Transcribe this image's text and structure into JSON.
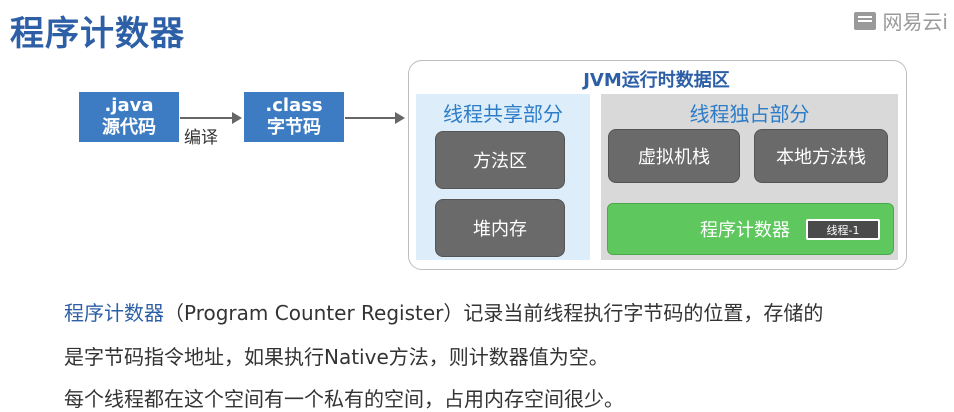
{
  "title": "程序计数器",
  "logo_text": "网易云i",
  "source_box": {
    "line1": ".java",
    "line2": "源代码"
  },
  "compile_label": "编译",
  "class_box": {
    "line1": ".class",
    "line2": "字节码"
  },
  "jvm": {
    "title": "JVM运行时数据区",
    "shared": {
      "title": "线程共享部分",
      "items": [
        "方法区",
        "堆内存"
      ]
    },
    "private": {
      "title": "线程独占部分",
      "items": [
        "虚拟机栈",
        "本地方法栈"
      ],
      "pc": "程序计数器",
      "thread_badge": "线程-1"
    }
  },
  "description": {
    "term": "程序计数器",
    "line1_rest": "（Program Counter Register）记录当前线程执行字节码的位置，存储的",
    "line2": "是字节码指令地址，如果执行Native方法，则计数器值为空。",
    "line3": "每个线程都在这个空间有一个私有的空间，占用内存空间很少。"
  },
  "colors": {
    "title": "#2d5fa6",
    "file_box": "#3d7cc2",
    "shared_bg": "#ddeefa",
    "private_bg": "#d9d9d9",
    "pc_green": "#5ec85e"
  }
}
